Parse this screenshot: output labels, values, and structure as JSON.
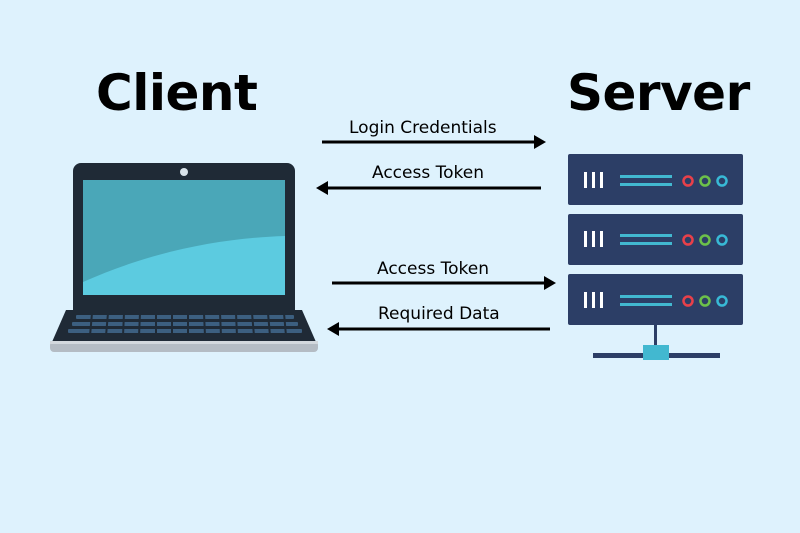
{
  "diagram": {
    "client_label": "Client",
    "server_label": "Server",
    "flows": [
      {
        "label": "Login Credentials",
        "direction": "to-server"
      },
      {
        "label": "Access Token",
        "direction": "to-client"
      },
      {
        "label": "Access Token",
        "direction": "to-server"
      },
      {
        "label": "Required Data",
        "direction": "to-client"
      }
    ]
  },
  "colors": {
    "background": "#def2fd",
    "laptop_frame": "#1f2a36",
    "screen": "#5ccbe0",
    "server_unit": "#2c3e66",
    "indicator_red": "#e8404a",
    "indicator_green": "#6cc04a",
    "indicator_cyan": "#38b9d6",
    "connector": "#42b8d0"
  }
}
